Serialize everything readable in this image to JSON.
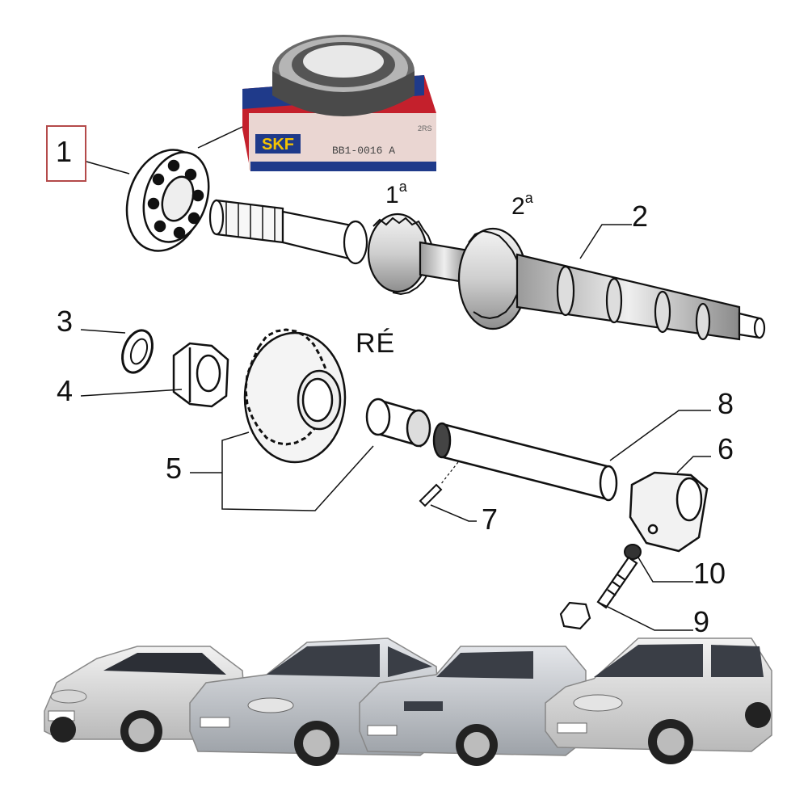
{
  "labels": {
    "n1": "1",
    "n2": "2",
    "n3": "3",
    "n4": "4",
    "n5": "5",
    "n6": "6",
    "n7": "7",
    "n8": "8",
    "n9": "9",
    "n10": "10",
    "gear_first": "1",
    "gear_second": "2",
    "gear_super": "a",
    "reverse": "RÉ"
  },
  "bearing_box": {
    "brand": "SKF",
    "part_code": "BB1-0016 A",
    "small_text": "2RS",
    "colors": {
      "box_red": "#c4202c",
      "stripe_blue": "#1f3a8a",
      "brand_yellow": "#f5c400"
    }
  },
  "icons": [
    "bearing-icon",
    "bearing-box-icon",
    "main-shaft-icon",
    "reverse-gear-icon",
    "bushing-icon",
    "pin-icon",
    "shaft-icon",
    "shift-fork-icon",
    "bolt-icon",
    "washer-icon",
    "nut-icon",
    "car-palio-icon",
    "car-siena-icon",
    "car-uno-mille-icon",
    "car-uno-icon"
  ]
}
